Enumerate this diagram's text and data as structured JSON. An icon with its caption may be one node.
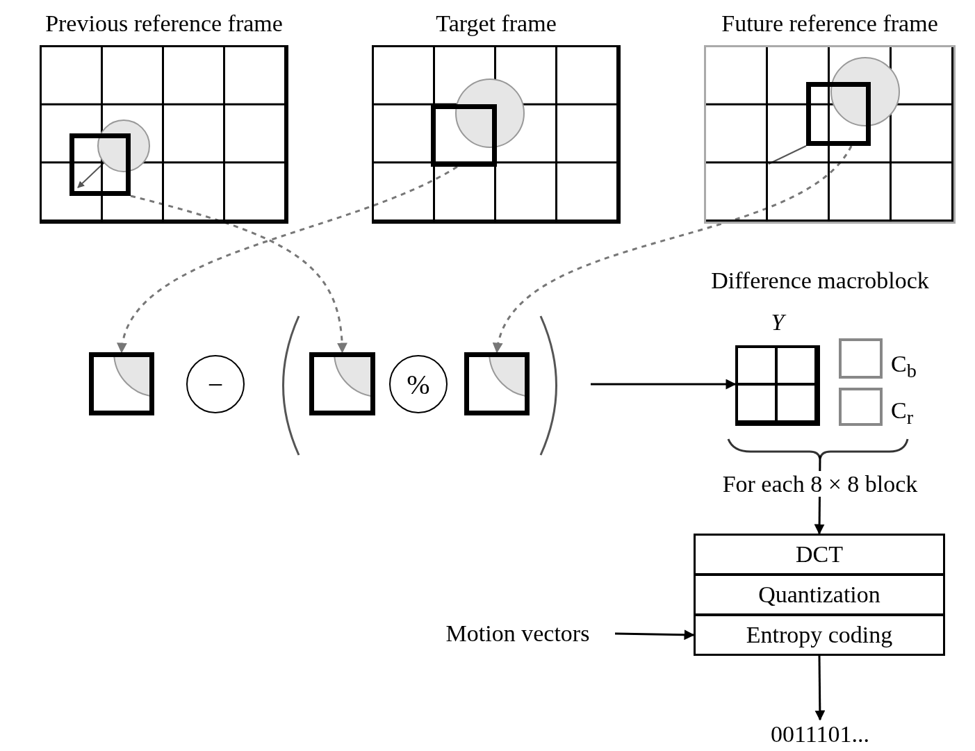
{
  "diagram": {
    "nodes": [
      {
        "text": [
          "Previous reference frame"
        ]
      },
      {
        "text": [],
        "shape": "box",
        "in": 0
      },
      {
        "text": [
          "Target frame"
        ]
      },
      {
        "text": [],
        "shape": "box",
        "in": 2
      },
      {
        "text": [
          "Future reference frame"
        ]
      },
      {
        "text": [],
        "shape": "box",
        "in": 4
      },
      {
        "text": [],
        "shape": "box"
      },
      {
        "text": [
          "−"
        ]
      },
      {
        "text": [],
        "shape": "box"
      },
      {
        "text": [
          "%"
        ]
      },
      {
        "text": [],
        "shape": "box"
      },
      {
        "text": [
          "Y"
        ]
      },
      {
        "text": [],
        "shape": "box",
        "beside": [
          "C$_{b}$"
        ]
      },
      {
        "text": [],
        "shape": "box",
        "beside": [
          "C$_{r}$"
        ]
      },
      {
        "text": [
          "DCT"
        ]
      },
      {
        "text": [
          "Quantization"
        ]
      },
      {
        "text": [
          "Entropy coding"
        ]
      },
      {
        "text": [
          "Motion vectors"
        ]
      },
      {
        "text": [
          "0011101..."
        ]
      }
    ],
    "edges": [
      {
        "from": 3,
        "to": 6,
        "arrow": "to",
        "style": "dashed",
        "color": "#777777"
      },
      {
        "from": 1,
        "to": 8,
        "arrow": "to",
        "style": "dashed",
        "color": "#777777"
      },
      {
        "from": 5,
        "to": 10,
        "arrow": "to",
        "style": "dashed",
        "color": "#777777"
      },
      {
        "from": null,
        "to": 11,
        "arrow": "to"
      },
      {
        "from": null,
        "to": 14,
        "arrow": "to",
        "label": "For each 8 × 8 block"
      },
      {
        "from": 17,
        "to": 16,
        "arrow": "to"
      },
      {
        "from": 16,
        "to": 18,
        "arrow": "to"
      }
    ],
    "labels": [
      "Difference macroblock"
    ]
  }
}
